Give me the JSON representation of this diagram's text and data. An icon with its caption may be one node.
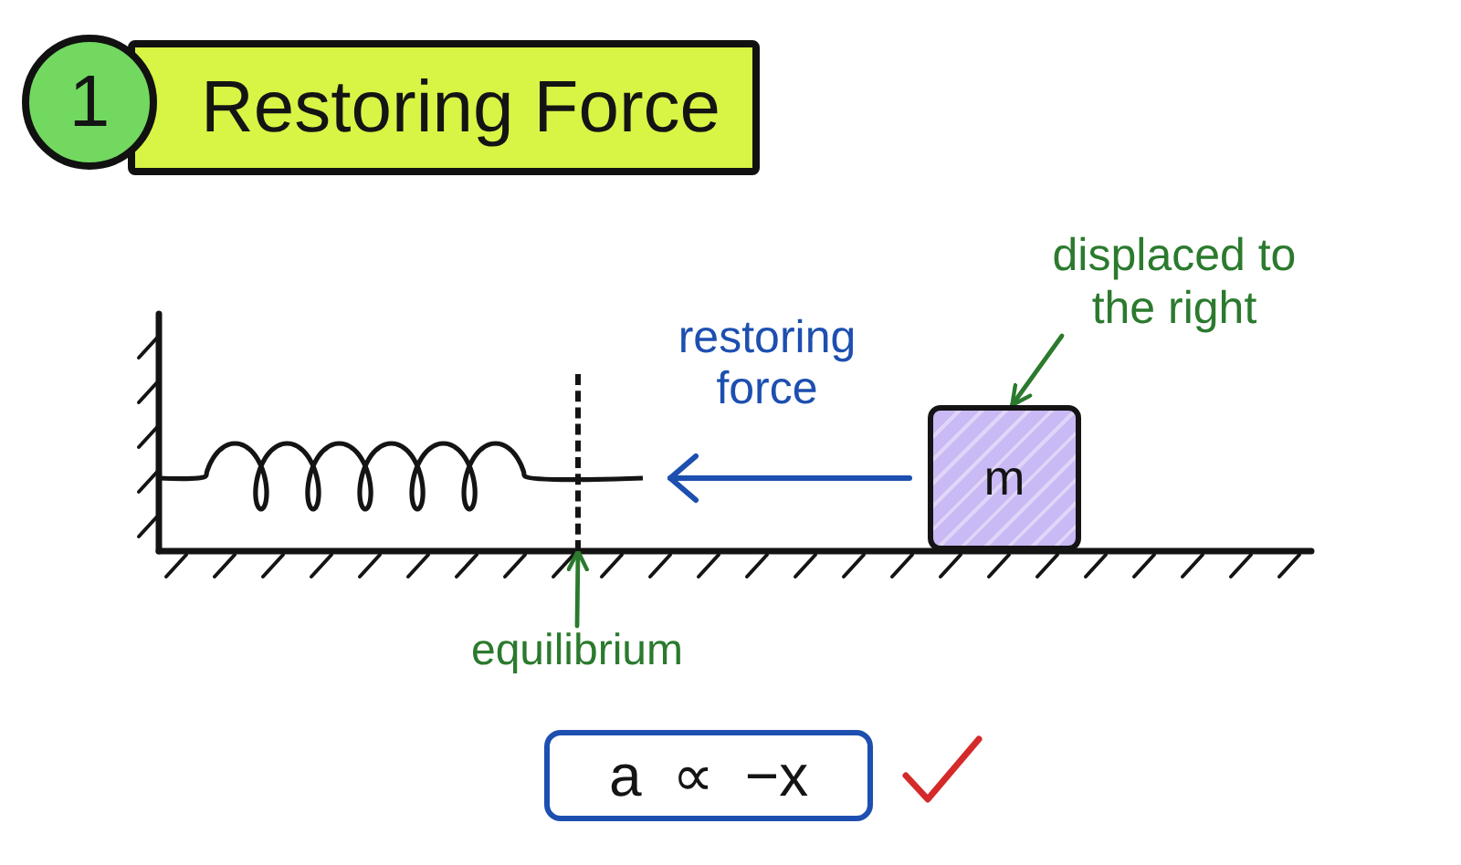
{
  "diagram": {
    "title": "Restoring Force",
    "nodes": [
      {
        "text": [
          "displaced to the right"
        ]
      },
      {
        "text": [
          "m"
        ]
      },
      {
        "text": [],
        "shape": "line"
      },
      {
        "text": [
          "equilibrium"
        ]
      },
      {
        "text": [
          "a ∝ −x"
        ]
      }
    ],
    "edges": [
      {
        "from": 0,
        "to": 1,
        "arrow": "to"
      },
      {
        "from": 3,
        "to": 2,
        "arrow": "to"
      }
    ],
    "labels": [
      "1",
      "restoring force"
    ]
  }
}
